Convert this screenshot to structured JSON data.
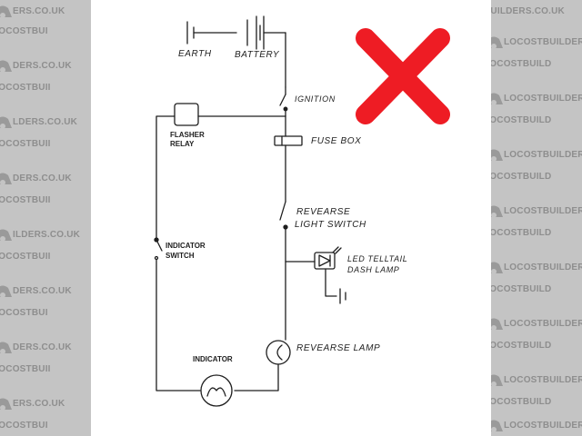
{
  "watermark": {
    "site": "LOCOSTBUILDERS.CO.UK",
    "fragments": [
      "ERS.CO.UK",
      "LOCOSTBUI",
      "DERS.CO.UK",
      "LOCOSTBUII",
      "LDERS.CO.UK",
      "ILDERS.CO.UK",
      "BUILDERS.CO.UK",
      "LOCOSTBUILD"
    ],
    "color": "#8e8e8e"
  },
  "diagram": {
    "labels": {
      "earth": "EARTH",
      "battery": "BATTERY",
      "ignition": "IGNITION",
      "fuse_box": "FUSE BOX",
      "reverse_switch_line1": "REVEARSE",
      "reverse_switch_line2": "LIGHT SWITCH",
      "led_line1": "LED TELLTAIL",
      "led_line2": "DASH LAMP",
      "reverse_lamp": "REVEARSE LAMP",
      "flasher_line1": "FLASHER",
      "flasher_line2": "RELAY",
      "indicator_switch_line1": "INDICATOR",
      "indicator_switch_line2": "SWITCH",
      "indicator": "INDICATOR"
    },
    "rejection_mark": {
      "symbol": "cross",
      "color": "#ee1c24"
    },
    "ink_color": "#1e1e1e"
  }
}
